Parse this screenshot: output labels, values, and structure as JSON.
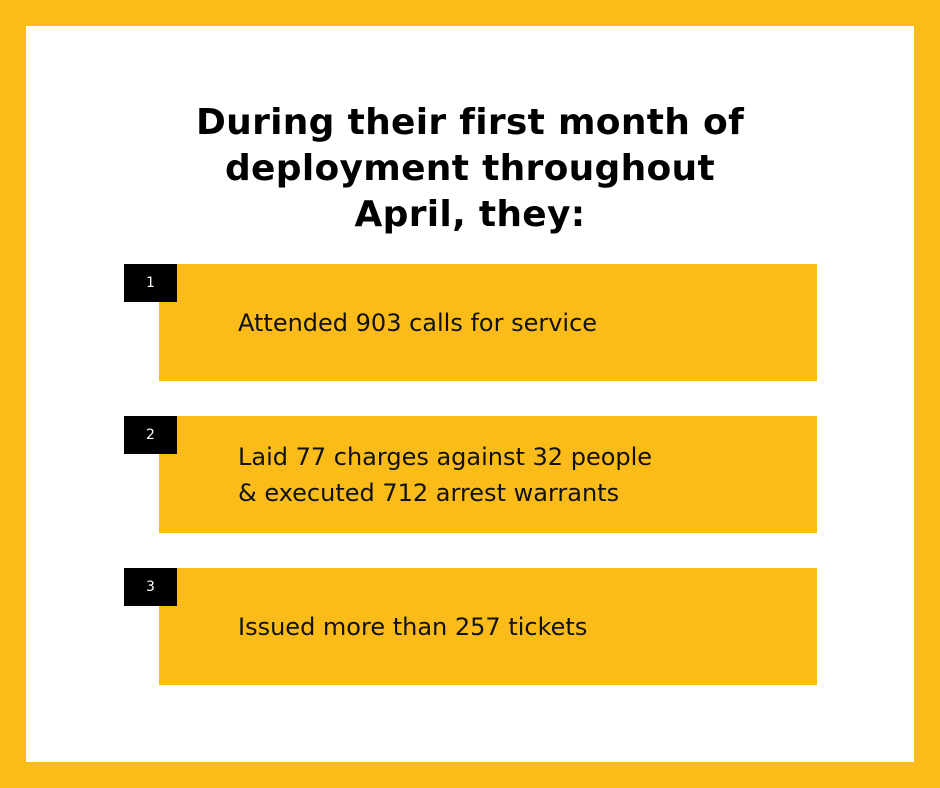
{
  "title": {
    "line1": "During their first month of",
    "line2": "deployment throughout",
    "line3": "April, they:"
  },
  "items": [
    {
      "number": "1",
      "lines": [
        "Attended 903 calls for service"
      ]
    },
    {
      "number": "2",
      "lines": [
        "Laid 77 charges against 32 people",
        "& executed 712 arrest warrants"
      ]
    },
    {
      "number": "3",
      "lines": [
        "Issued more than 257 tickets"
      ]
    }
  ],
  "colors": {
    "accent": "#FBBC1A",
    "background": "#FFFFFF",
    "badge": "#000000"
  }
}
